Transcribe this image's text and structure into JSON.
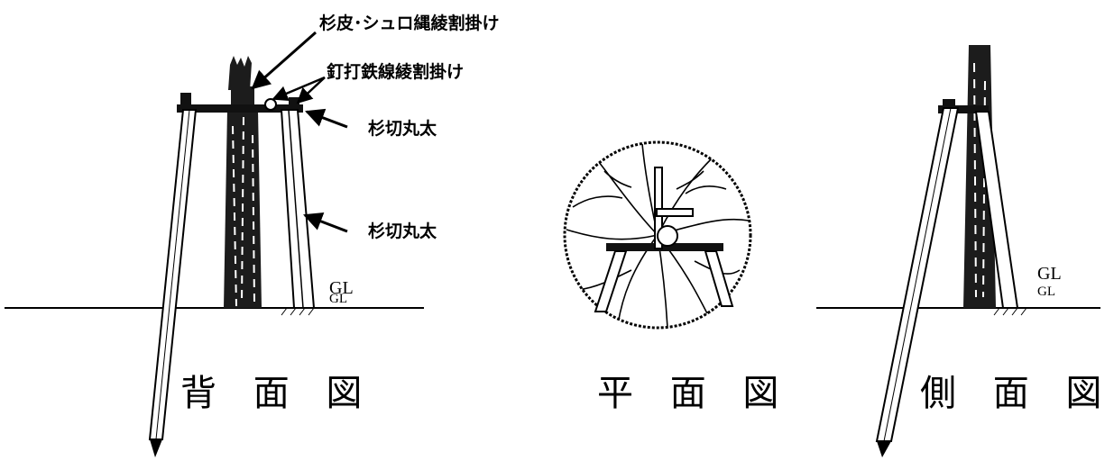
{
  "labels": {
    "sugikawa_shuro": "杉皮･シュロ縄綾割掛け",
    "kugiuchi_tessen": "釘打鉄線綾割掛け",
    "sugi_maruta_top": "杉切丸太",
    "sugi_maruta_leg": "杉切丸太",
    "gl_back": "GL",
    "gl_side": "GL"
  },
  "captions": {
    "back": "背 面 図",
    "plan": "平 面 図",
    "side": "側 面 図"
  },
  "colors": {
    "ink": "#000000",
    "paper": "#ffffff"
  }
}
